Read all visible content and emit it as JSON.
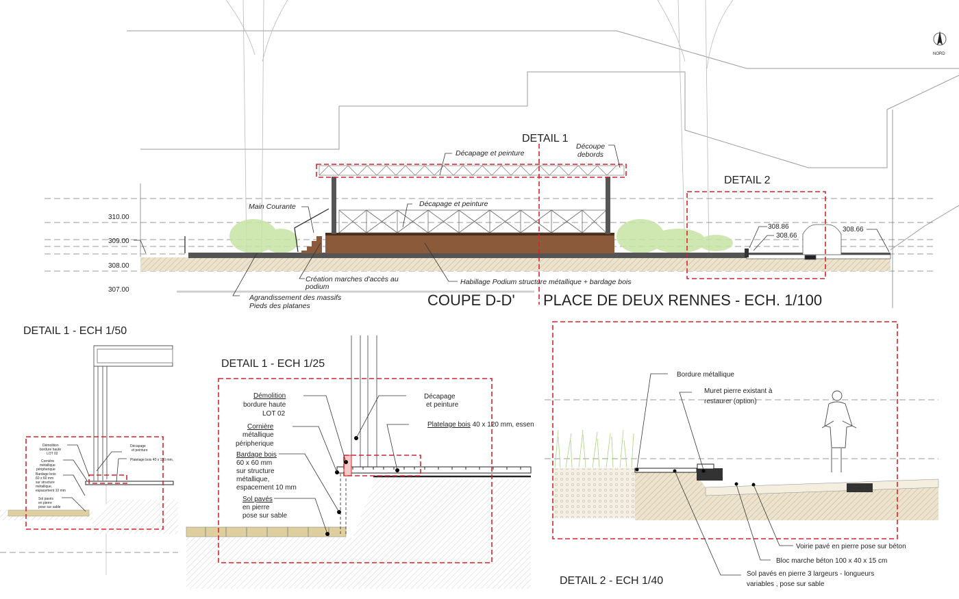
{
  "colors": {
    "accent_red": "#d4242b",
    "podium_wood": "#8b5a3a",
    "shrub_green": "#b9dc8f",
    "ground_tan": "#e6dbc3"
  },
  "north": {
    "label": "NORD"
  },
  "section": {
    "title_left": "COUPE D-D'",
    "title_right": "PLACE DE DEUX RENNES - ECH. 1/100",
    "detail1_tag": "DETAIL 1",
    "detail2_tag": "DETAIL 2",
    "elevations": [
      "310.00",
      "309.00",
      "308.00",
      "307.00"
    ],
    "spot_levels": [
      "308.86",
      "308.66",
      "308.66"
    ],
    "notes": {
      "decapage_top": "Décapage et peinture",
      "decoupe_1": "Découpe",
      "decoupe_2": "debords",
      "main_courante": "Main Courante",
      "decapage_mid": "Décapage et peinture",
      "marches_1": "Création marches d'accès au",
      "marches_2": "podium",
      "habillage": "Habillage Podium structure métallique + bardage bois",
      "massifs_1": "Agrandissement des massifs",
      "massifs_2": "Pieds des platanes"
    }
  },
  "detail1_50": {
    "title": "DETAIL 1 - ECH 1/50",
    "notes": [
      "Démolition",
      "bordure haute",
      "LOT 02",
      "Cornière",
      "métallique",
      "péripherique",
      "Bardage bois",
      "60 x 60 mm",
      "sur structure",
      "métallique,",
      "espacement 10 mm",
      "Sol pavés",
      "en pierre",
      "pose sur sable",
      "Décapage",
      "et peinture",
      "Platelage bois 40 x 120 mm,"
    ]
  },
  "detail1_25": {
    "title": "DETAIL 1 - ECH 1/25",
    "demolition": [
      "Démolition",
      "bordure haute",
      "LOT 02"
    ],
    "corniere": [
      "Cornière",
      "métallique",
      "péripherique"
    ],
    "bardage": [
      "Bardage bois",
      "60 x 60 mm",
      "sur structure",
      "métallique,",
      "espacement 10 mm"
    ],
    "sol": [
      "Sol pavés",
      "en pierre",
      "pose sur sable"
    ],
    "decapage": [
      "Décapage",
      "et peinture"
    ],
    "platelage_u": "Platelage bois",
    "platelage_rest": " 40 x 120 mm, essen"
  },
  "detail2_40": {
    "title": "DETAIL 2 - ECH 1/40",
    "bordure": "Bordure métallique",
    "muret_1": "Muret pierre existant à",
    "muret_2": "restaurer (option)",
    "voirie": "Voirie pavé en pierre pose sur béton",
    "bloc": "Bloc marche béton 100 x 40 x 15 cm",
    "sol_1": "Sol pavés en pierre 3 largeurs - longueurs",
    "sol_2": "variables , pose sur sable"
  }
}
